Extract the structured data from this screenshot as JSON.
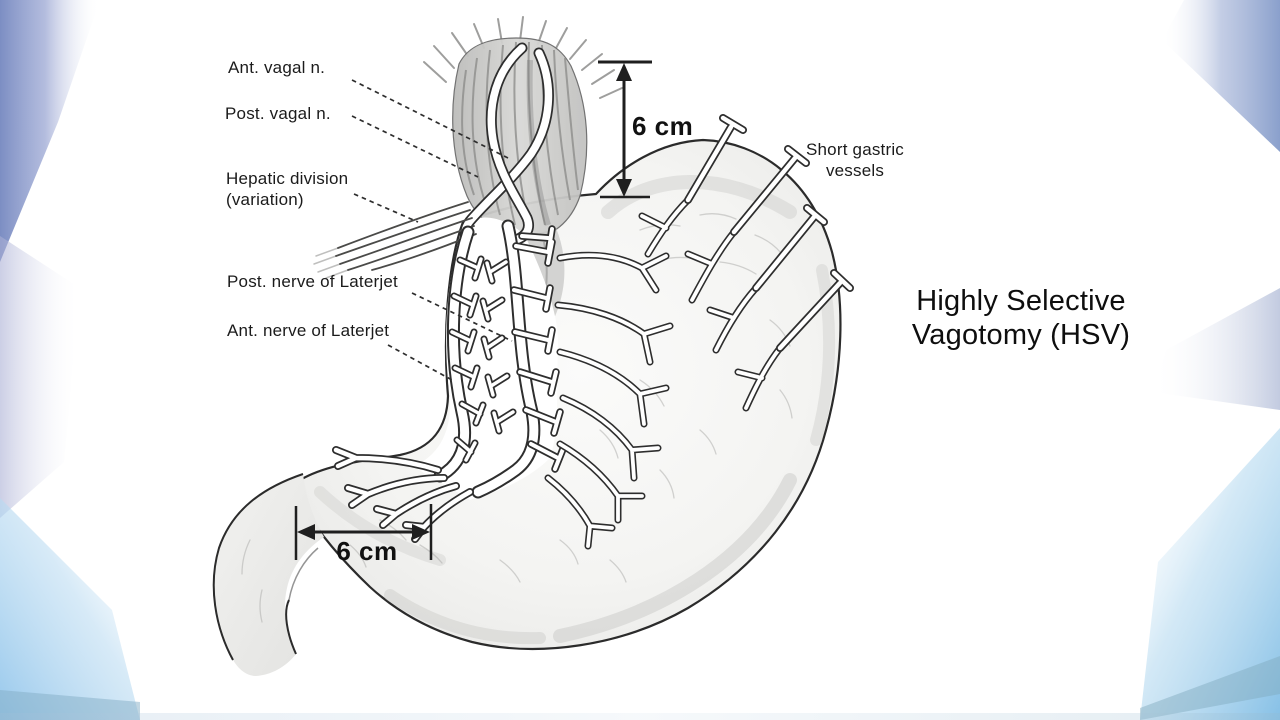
{
  "slide": {
    "title_line1": "Highly Selective",
    "title_line2": "Vagotomy (HSV)"
  },
  "labels": {
    "ant_vagal": "Ant. vagal n.",
    "post_vagal": "Post. vagal n.",
    "hepatic_division_line1": "Hepatic division",
    "hepatic_division_line2": "(variation)",
    "post_laterjet": "Post. nerve of Laterjet",
    "ant_laterjet": "Ant. nerve of Laterjet",
    "short_gastric_line1": "Short gastric",
    "short_gastric_line2": "vessels"
  },
  "measurements": {
    "esophageal_distance": "6 cm",
    "antral_distance": "6 cm"
  },
  "colors": {
    "ink": "#2b2b2b",
    "accent_periwinkle": "#7c8ec3",
    "accent_sky": "#97c8ec",
    "paper": "#ffffff"
  }
}
